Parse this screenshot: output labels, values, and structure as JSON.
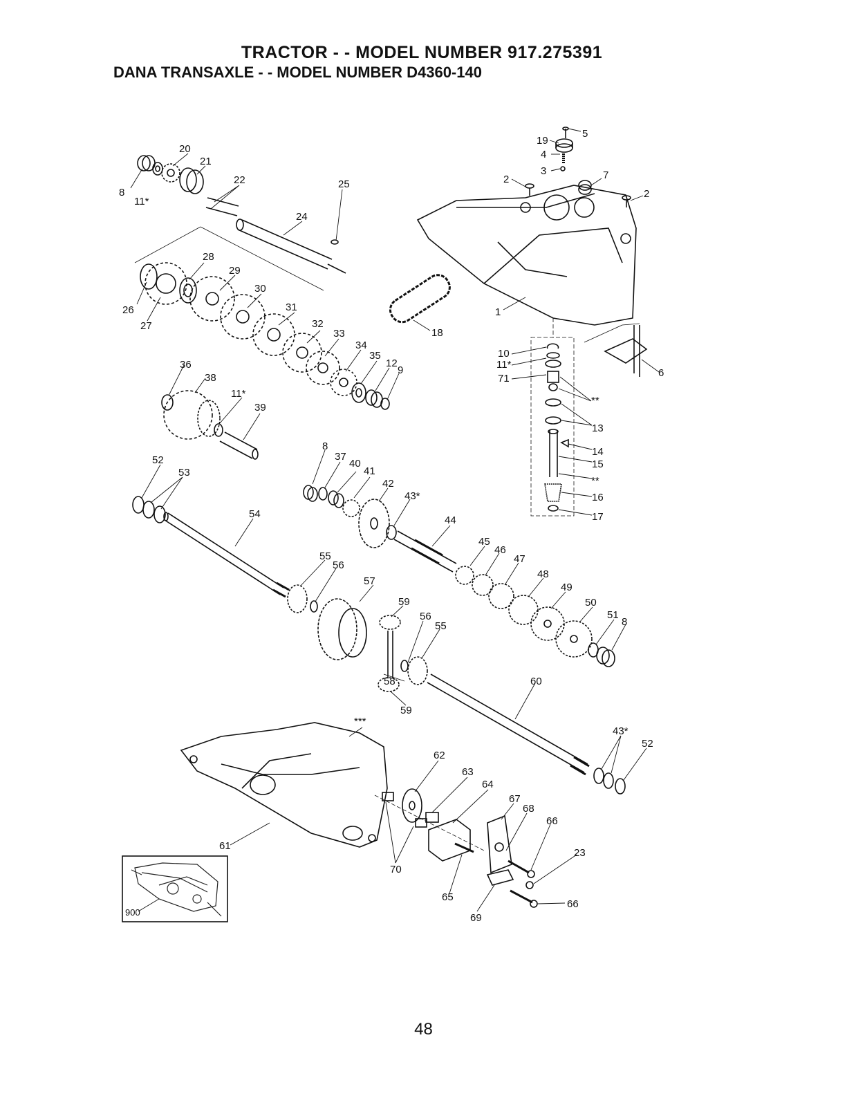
{
  "header": {
    "line1": "TRACTOR - - MODEL NUMBER  917.275391",
    "line2": "DANA TRANSAXLE - - MODEL NUMBER D4360-140"
  },
  "labels": [
    {
      "id": "l8a",
      "text": "8"
    },
    {
      "id": "l11a",
      "text": "11*"
    },
    {
      "id": "l20",
      "text": "20"
    },
    {
      "id": "l21",
      "text": "21"
    },
    {
      "id": "l22",
      "text": "22"
    },
    {
      "id": "l24",
      "text": "24"
    },
    {
      "id": "l25",
      "text": "25"
    },
    {
      "id": "l26",
      "text": "26"
    },
    {
      "id": "l27",
      "text": "27"
    },
    {
      "id": "l28",
      "text": "28"
    },
    {
      "id": "l29",
      "text": "29"
    },
    {
      "id": "l30",
      "text": "30"
    },
    {
      "id": "l31",
      "text": "31"
    },
    {
      "id": "l32",
      "text": "32"
    },
    {
      "id": "l33",
      "text": "33"
    },
    {
      "id": "l34",
      "text": "34"
    },
    {
      "id": "l35",
      "text": "35"
    },
    {
      "id": "l12",
      "text": "12"
    },
    {
      "id": "l9",
      "text": "9"
    },
    {
      "id": "l18",
      "text": "18"
    },
    {
      "id": "l36",
      "text": "36"
    },
    {
      "id": "l38",
      "text": "38"
    },
    {
      "id": "l11b",
      "text": "11*"
    },
    {
      "id": "l39",
      "text": "39"
    },
    {
      "id": "l19",
      "text": "19"
    },
    {
      "id": "l5",
      "text": "5"
    },
    {
      "id": "l4",
      "text": "4"
    },
    {
      "id": "l3",
      "text": "3"
    },
    {
      "id": "l2a",
      "text": "2"
    },
    {
      "id": "l7",
      "text": "7"
    },
    {
      "id": "l2b",
      "text": "2"
    },
    {
      "id": "l1",
      "text": "1"
    },
    {
      "id": "l10",
      "text": "10"
    },
    {
      "id": "l11c",
      "text": "11*"
    },
    {
      "id": "l71",
      "text": "71"
    },
    {
      "id": "l6",
      "text": "6"
    },
    {
      "id": "lss1",
      "text": "**"
    },
    {
      "id": "l13",
      "text": "13"
    },
    {
      "id": "l14",
      "text": "14"
    },
    {
      "id": "l15",
      "text": "15"
    },
    {
      "id": "lss2",
      "text": "**"
    },
    {
      "id": "l16",
      "text": "16"
    },
    {
      "id": "l17",
      "text": "17"
    },
    {
      "id": "l52a",
      "text": "52"
    },
    {
      "id": "l53",
      "text": "53"
    },
    {
      "id": "l54",
      "text": "54"
    },
    {
      "id": "l8b",
      "text": "8"
    },
    {
      "id": "l37",
      "text": "37"
    },
    {
      "id": "l40",
      "text": "40"
    },
    {
      "id": "l41",
      "text": "41"
    },
    {
      "id": "l42",
      "text": "42"
    },
    {
      "id": "l43a",
      "text": "43*"
    },
    {
      "id": "l44",
      "text": "44"
    },
    {
      "id": "l45",
      "text": "45"
    },
    {
      "id": "l46",
      "text": "46"
    },
    {
      "id": "l47",
      "text": "47"
    },
    {
      "id": "l48",
      "text": "48"
    },
    {
      "id": "l49",
      "text": "49"
    },
    {
      "id": "l50",
      "text": "50"
    },
    {
      "id": "l51",
      "text": "51"
    },
    {
      "id": "l8c",
      "text": "8"
    },
    {
      "id": "l55a",
      "text": "55"
    },
    {
      "id": "l56a",
      "text": "56"
    },
    {
      "id": "l57",
      "text": "57"
    },
    {
      "id": "l59a",
      "text": "59"
    },
    {
      "id": "l56b",
      "text": "56"
    },
    {
      "id": "l55b",
      "text": "55"
    },
    {
      "id": "l58",
      "text": "58"
    },
    {
      "id": "l59b",
      "text": "59"
    },
    {
      "id": "l60",
      "text": "60"
    },
    {
      "id": "lsss",
      "text": "***"
    },
    {
      "id": "l43b",
      "text": "43*"
    },
    {
      "id": "l52b",
      "text": "52"
    },
    {
      "id": "l62",
      "text": "62"
    },
    {
      "id": "l63",
      "text": "63"
    },
    {
      "id": "l64",
      "text": "64"
    },
    {
      "id": "l67",
      "text": "67"
    },
    {
      "id": "l68",
      "text": "68"
    },
    {
      "id": "l66a",
      "text": "66"
    },
    {
      "id": "l23",
      "text": "23"
    },
    {
      "id": "l61",
      "text": "61"
    },
    {
      "id": "l70",
      "text": "70"
    },
    {
      "id": "l65",
      "text": "65"
    },
    {
      "id": "l69",
      "text": "69"
    },
    {
      "id": "l66b",
      "text": "66"
    }
  ],
  "inset": {
    "label": "900"
  },
  "page_number": "48"
}
